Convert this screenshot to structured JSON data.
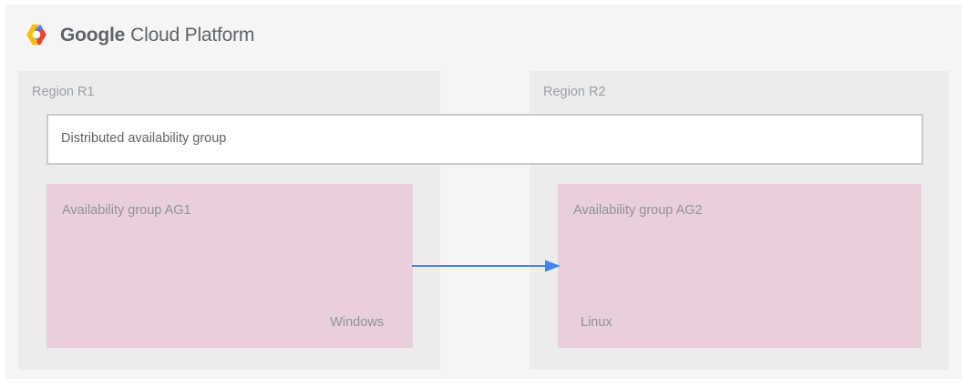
{
  "header": {
    "logo_icon": "google-cloud-platform-hexagon-logo",
    "brand_strong": "Google",
    "brand_light": "Cloud Platform",
    "logo_colors": {
      "blue": "#4285f4",
      "red": "#ea4335",
      "yellow": "#fbbc05",
      "white": "#ffffff"
    }
  },
  "diagram": {
    "regions": [
      {
        "label": "Region R1"
      },
      {
        "label": "Region R2"
      }
    ],
    "distributed_group": {
      "label": "Distributed availability group"
    },
    "availability_groups": [
      {
        "title": "Availability group AG1",
        "os": "Windows",
        "region": "Region R1"
      },
      {
        "title": "Availability group AG2",
        "os": "Linux",
        "region": "Region R2"
      }
    ],
    "connector": {
      "name": "replication-arrow",
      "direction": "left-to-right",
      "from": "Availability group AG1",
      "to": "Availability group AG2",
      "color": "#4285f4"
    },
    "colors": {
      "page_background": "#f5f5f5",
      "region_background": "#ececec",
      "availability_group_background": "#e9cfdd",
      "distributed_group_background": "#ffffff",
      "distributed_group_border": "#cbcbcb",
      "text": "#9aa0a6"
    }
  }
}
